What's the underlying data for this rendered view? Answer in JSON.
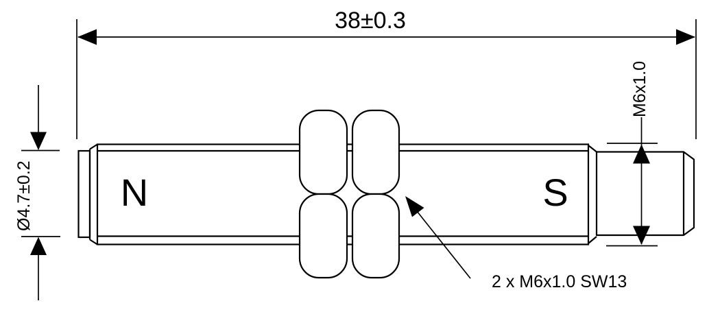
{
  "drawing": {
    "dimensions": {
      "overall_length": "38±0.3",
      "thread_spec": "M6x1.0",
      "diameter": "Ø4.7±0.2",
      "nut_callout": "2 x M6x1.0 SW13"
    },
    "pole_labels": {
      "north": "N",
      "south": "S"
    },
    "colors": {
      "line": "#000000",
      "background": "#ffffff"
    }
  }
}
